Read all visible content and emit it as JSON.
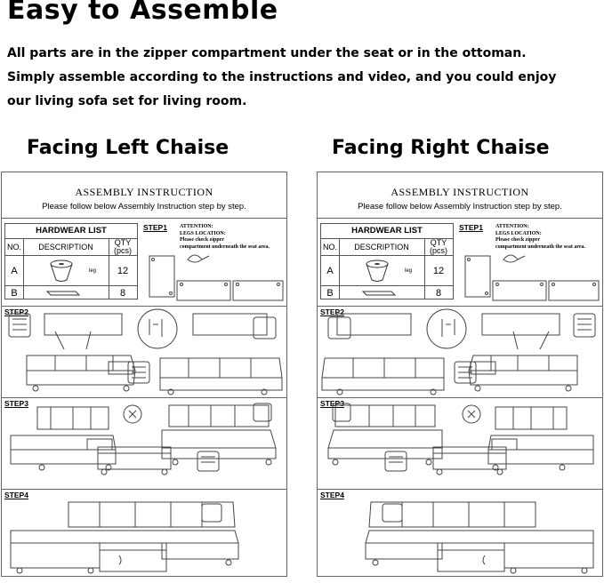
{
  "title": "Easy to Assemble",
  "intro": [
    " All parts are in the zipper compartment under the seat or in the ottoman.",
    "Simply assemble according to the instructions and video, and you could enjoy",
    "our living sofa set for living room."
  ],
  "panels": [
    {
      "heading": "Facing Left Chaise",
      "instruction_title": "ASSEMBLY INSTRUCTION",
      "instruction_sub": "Please follow below Assembly Instruction step by step.",
      "hardware": {
        "caption": "HARDWEAR LIST",
        "col_no": "NO.",
        "col_desc": "DESCRIPTION",
        "col_qty": "QTY\n(pcs)",
        "rows": [
          {
            "no": "A",
            "desc_label": "leg",
            "qty": "12"
          },
          {
            "no": "B",
            "desc_label": "",
            "qty": "8"
          }
        ]
      },
      "step1": {
        "label": "STEP1",
        "attention": "ATTENTION:",
        "legs": "LEGS LOCATION:",
        "note1": "Please check zipper",
        "note2": "compartment underneath the seat area."
      },
      "steps": [
        "STEP2",
        "STEP3",
        "STEP4"
      ]
    },
    {
      "heading": "Facing Right Chaise",
      "instruction_title": "ASSEMBLY INSTRUCTION",
      "instruction_sub": "Please follow below Assembly Instruction step by step.",
      "hardware": {
        "caption": "HARDWEAR LIST",
        "col_no": "NO.",
        "col_desc": "DESCRIPTION",
        "col_qty": "QTY\n(pcs)",
        "rows": [
          {
            "no": "A",
            "desc_label": "leg",
            "qty": "12"
          },
          {
            "no": "B",
            "desc_label": "",
            "qty": "8"
          }
        ]
      },
      "step1": {
        "label": "STEP1",
        "attention": "ATTENTION:",
        "legs": "LEGS LOCATION:",
        "note1": "Please check zipper",
        "note2": "compartment underneath the seat area."
      },
      "steps": [
        "STEP2",
        "STEP3",
        "STEP4"
      ]
    }
  ]
}
